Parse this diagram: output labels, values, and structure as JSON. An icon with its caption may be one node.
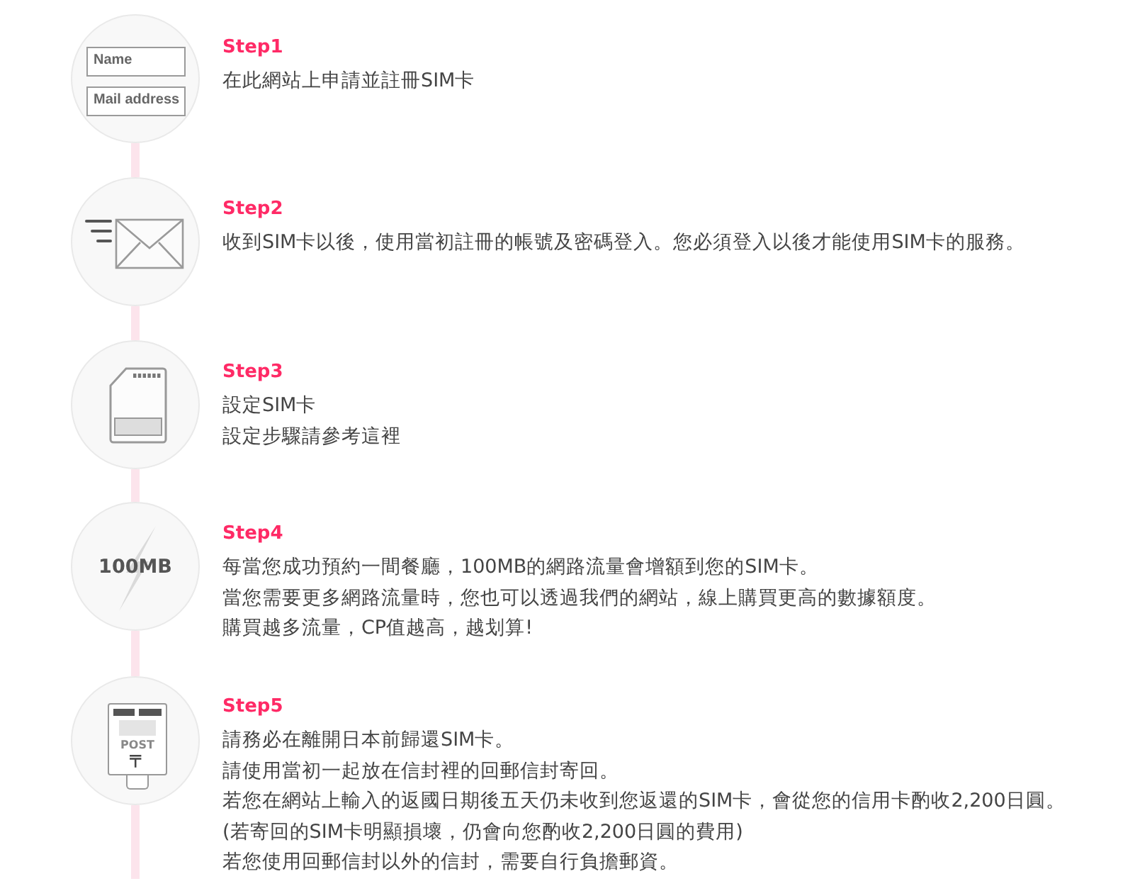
{
  "diagram": {
    "nodes": [
      {
        "text": [
          "Name",
          "Mail address"
        ],
        "beside": [
          "Step1",
          "在此網站上申請並註冊SIM卡"
        ]
      },
      {
        "text": [],
        "shape": "picture",
        "beside": [
          "Step2",
          "收到SIM卡以後，使用當初註冊的帳號及密碼登入。您必須登入以後才能使用SIM卡的服務。"
        ]
      },
      {
        "text": [],
        "shape": "picture",
        "beside": [
          "Step3",
          "設定SIM卡",
          "設定步驟請參考這裡"
        ]
      },
      {
        "text": [
          "100MB"
        ],
        "beside": [
          "Step4",
          "每當您成功預約一間餐廳，100MB的網路流量會增額到您的SIM卡。",
          "當您需要更多網路流量時，您也可以透過我們的網站，線上購買更高的數據額度。",
          "購買越多流量，CP值越高，越划算!"
        ]
      },
      {
        "text": [
          "POST",
          "〒"
        ],
        "beside": [
          "Step5",
          "請務必在離開日本前歸還SIM卡。",
          "請使用當初一起放在信封裡的回郵信封寄回。",
          "若您在網站上輸入的返國日期後五天仍未收到您返還的SIM卡，會從您的信用卡酌收2,200日圓。(若寄回的SIM卡明顯損壞，仍會向您酌收2,200日圓的費用)",
          "若您使用回郵信封以外的信封，需要自行負擔郵資。"
        ]
      }
    ],
    "edges": [
      {
        "from": 0,
        "to": 1,
        "arrow": "none"
      },
      {
        "from": 1,
        "to": 2,
        "arrow": "none"
      },
      {
        "from": 2,
        "to": 3,
        "arrow": "none"
      },
      {
        "from": 3,
        "to": 4,
        "arrow": "none"
      },
      {
        "from": 4,
        "to": null,
        "arrow": "none"
      }
    ]
  }
}
